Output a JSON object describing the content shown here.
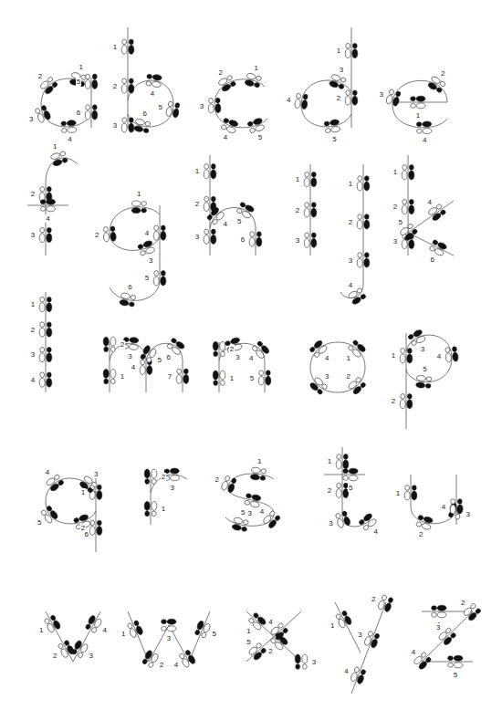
{
  "diagram": {
    "labels": [
      "1",
      "2",
      "3",
      "4",
      "5",
      "6",
      "1",
      "2",
      "3",
      "4",
      "5",
      "6",
      "1",
      "2",
      "3",
      "4",
      "5",
      "1",
      "2",
      "3",
      "4",
      "5",
      "1",
      "2",
      "3",
      "4",
      "1",
      "2",
      "3",
      "4",
      "1",
      "2",
      "3",
      "4",
      "5",
      "6",
      "1",
      "2",
      "3",
      "4",
      "5",
      "6",
      "1",
      "2",
      "3",
      "1",
      "2",
      "3",
      "4",
      "1",
      "2",
      "3",
      "4",
      "5",
      "6",
      "1",
      "2",
      "3",
      "4",
      "1",
      "2",
      "3",
      "4",
      "5",
      "6",
      "7",
      "1",
      "2",
      "3",
      "4",
      "5",
      "1",
      "2",
      "3",
      "4",
      "1",
      "2",
      "3",
      "4",
      "5",
      "1",
      "2",
      "3",
      "4",
      "5",
      "6",
      "1",
      "2",
      "3",
      "1",
      "2",
      "3",
      "4",
      "5",
      "1",
      "2",
      "3",
      "4",
      "5",
      "1",
      "2",
      "3",
      "4",
      "1",
      "2",
      "3",
      "4",
      "1",
      "2",
      "3",
      "4",
      "5",
      "1",
      "2",
      "3",
      "4",
      "5",
      "1",
      "2",
      "3",
      "4",
      "1",
      "2",
      "3",
      "4",
      "5"
    ]
  }
}
